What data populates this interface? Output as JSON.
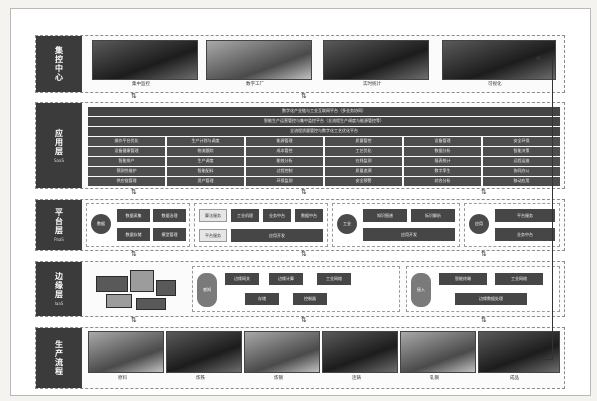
{
  "tiers": {
    "center": {
      "title": "集控中心",
      "subtitle": ""
    },
    "app": {
      "title": "应用层",
      "subtitle": "SaaS"
    },
    "platform": {
      "title": "平台层",
      "subtitle": "PaaS"
    },
    "edge": {
      "title": "边缘层",
      "subtitle": "IaaS"
    },
    "production": {
      "title": "生产流程",
      "subtitle": ""
    }
  },
  "center_tiles": [
    "集中监控",
    "数字工厂",
    "实时统计",
    "可视化"
  ],
  "app_rows": [
    [
      "数字化产业链与工业互联网平台（多业务协同）"
    ],
    [
      "智能生产运营管控与集中监控平台（全流程生产调度与能源管控等）"
    ],
    [
      "全流程质量管控与数字化工艺优化平台"
    ],
    [
      "操作平台优化",
      "生产计划与调度",
      "能源管理",
      "质量管控",
      "设备管理",
      "安全环保"
    ],
    [
      "设备健康管理",
      "物流跟踪",
      "成本管控",
      "工艺优化",
      "数据分析",
      "智能决策"
    ],
    [
      "智能排产",
      "生产调度",
      "能效分析",
      "在线监测",
      "报表统计",
      "远程运维"
    ],
    [
      "预测性维护",
      "智能配料",
      "过程控制",
      "质量追溯",
      "数字孪生",
      "协同办公"
    ],
    [
      "供应链管理",
      "资产管理",
      "环保监测",
      "安全预警",
      "综合分析",
      "移动应用"
    ]
  ],
  "platform_boxes": [
    "数据采集",
    "数据治理",
    "数据存储",
    "模型管理",
    "算法服务",
    "工业机理",
    "业务中台",
    "数据中台",
    "平台服务",
    "应用开发",
    "知识图谱",
    "标识解析"
  ],
  "platform_circles": [
    "数据",
    "工业",
    "应用"
  ],
  "edge_boxes": [
    "边缘网关",
    "边缘计算",
    "工业网络",
    "存储",
    "控制器",
    "智能终端",
    "边缘数据处理"
  ],
  "edge_pills": [
    "感知",
    "接入"
  ],
  "production_tiles": [
    "原料",
    "炼铁",
    "炼钢",
    "连铸",
    "轧钢",
    "成品"
  ],
  "colors": {
    "tier_label": "#3b3b3b",
    "box": "#464646",
    "border": "#8c8c8c"
  }
}
